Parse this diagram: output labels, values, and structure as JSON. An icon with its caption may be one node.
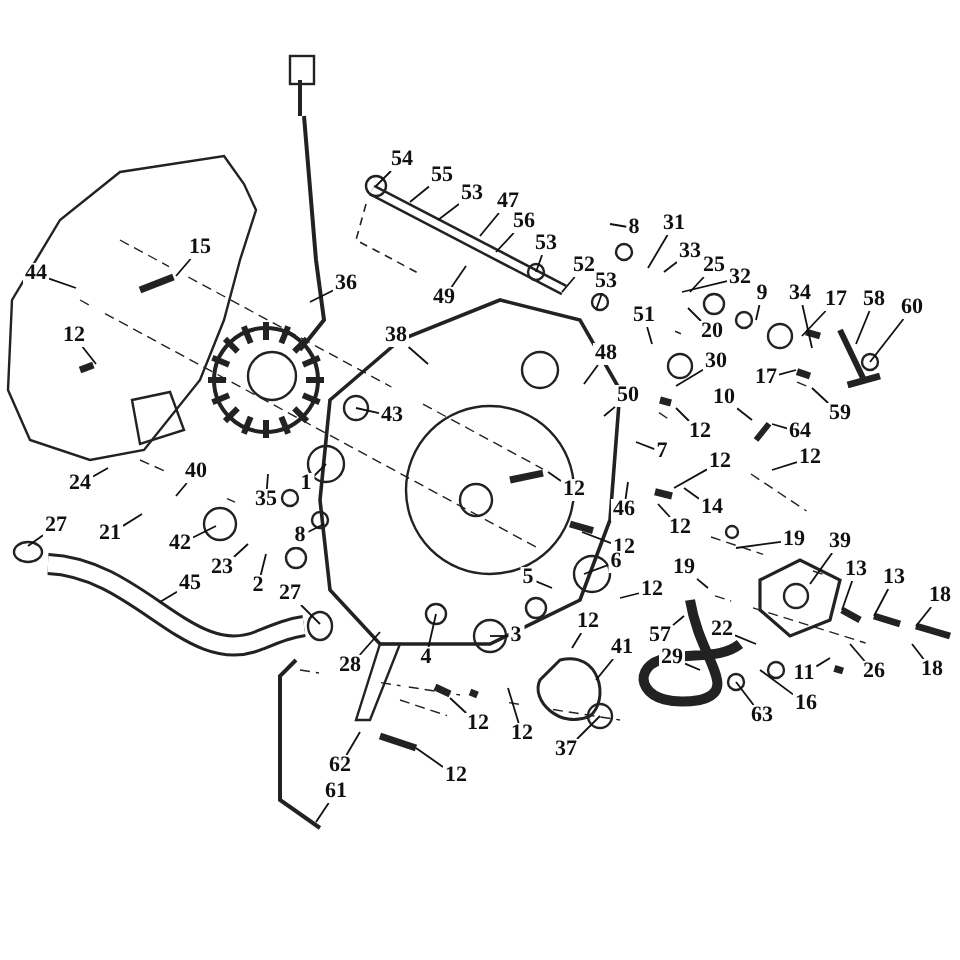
{
  "diagram": {
    "nodes": [
      {
        "text": [
          "54"
        ]
      },
      {
        "text": [
          "55"
        ]
      },
      {
        "text": [
          "53"
        ]
      },
      {
        "text": [
          "47"
        ]
      },
      {
        "text": [
          "56"
        ]
      },
      {
        "text": [
          "53"
        ]
      },
      {
        "text": [
          "8"
        ]
      },
      {
        "text": [
          "31"
        ]
      },
      {
        "text": [
          "52"
        ]
      },
      {
        "text": [
          "53"
        ]
      },
      {
        "text": [
          "33"
        ]
      },
      {
        "text": [
          "25"
        ]
      },
      {
        "text": [
          "32"
        ]
      },
      {
        "text": [
          "9"
        ]
      },
      {
        "text": [
          "34"
        ]
      },
      {
        "text": [
          "17"
        ]
      },
      {
        "text": [
          "58"
        ]
      },
      {
        "text": [
          "60"
        ]
      },
      {
        "text": [
          "15"
        ]
      },
      {
        "text": [
          "44"
        ]
      },
      {
        "text": [
          "36"
        ]
      },
      {
        "text": [
          "49"
        ]
      },
      {
        "text": [
          "51"
        ]
      },
      {
        "text": [
          "20"
        ]
      },
      {
        "text": [
          "38"
        ]
      },
      {
        "text": [
          "30"
        ]
      },
      {
        "text": [
          "48"
        ]
      },
      {
        "text": [
          "12"
        ]
      },
      {
        "text": [
          "17"
        ]
      },
      {
        "text": [
          "50"
        ]
      },
      {
        "text": [
          "10"
        ]
      },
      {
        "text": [
          "59"
        ]
      },
      {
        "text": [
          "43"
        ]
      },
      {
        "text": [
          "12"
        ]
      },
      {
        "text": [
          "64"
        ]
      },
      {
        "text": [
          "7"
        ]
      },
      {
        "text": [
          "12"
        ]
      },
      {
        "text": [
          "12"
        ]
      },
      {
        "text": [
          "1"
        ]
      },
      {
        "text": [
          "24"
        ]
      },
      {
        "text": [
          "40"
        ]
      },
      {
        "text": [
          "12"
        ]
      },
      {
        "text": [
          "14"
        ]
      },
      {
        "text": [
          "46"
        ]
      },
      {
        "text": [
          "35"
        ]
      },
      {
        "text": [
          "27"
        ]
      },
      {
        "text": [
          "21"
        ]
      },
      {
        "text": [
          "12"
        ]
      },
      {
        "text": [
          "8"
        ]
      },
      {
        "text": [
          "19"
        ]
      },
      {
        "text": [
          "42"
        ]
      },
      {
        "text": [
          "39"
        ]
      },
      {
        "text": [
          "12"
        ]
      },
      {
        "text": [
          "23"
        ]
      },
      {
        "text": [
          "6"
        ]
      },
      {
        "text": [
          "19"
        ]
      },
      {
        "text": [
          "13"
        ]
      },
      {
        "text": [
          "2"
        ]
      },
      {
        "text": [
          "13"
        ]
      },
      {
        "text": [
          "5"
        ]
      },
      {
        "text": [
          "45"
        ]
      },
      {
        "text": [
          "12"
        ]
      },
      {
        "text": [
          "18"
        ]
      },
      {
        "text": [
          "27"
        ]
      },
      {
        "text": [
          "12"
        ]
      },
      {
        "text": [
          "57"
        ]
      },
      {
        "text": [
          "22"
        ]
      },
      {
        "text": [
          "3"
        ]
      },
      {
        "text": [
          "41"
        ]
      },
      {
        "text": [
          "29"
        ]
      },
      {
        "text": [
          "4"
        ]
      },
      {
        "text": [
          "28"
        ]
      },
      {
        "text": [
          "11"
        ]
      },
      {
        "text": [
          "26"
        ]
      },
      {
        "text": [
          "18"
        ]
      },
      {
        "text": [
          "16"
        ]
      },
      {
        "text": [
          "63"
        ]
      },
      {
        "text": [
          "12"
        ]
      },
      {
        "text": [
          "12"
        ]
      },
      {
        "text": [
          "37"
        ]
      },
      {
        "text": [
          "62"
        ]
      },
      {
        "text": [
          "12"
        ]
      },
      {
        "text": [
          "61"
        ]
      }
    ],
    "edges": [
      {
        "from": 0,
        "to": null,
        "arrow": "none"
      },
      {
        "from": 1,
        "to": null,
        "arrow": "none"
      },
      {
        "from": 2,
        "to": null,
        "arrow": "none"
      },
      {
        "from": 3,
        "to": null,
        "arrow": "none"
      },
      {
        "from": 4,
        "to": null,
        "arrow": "none"
      },
      {
        "from": 5,
        "to": null,
        "arrow": "none"
      },
      {
        "from": 6,
        "to": null,
        "arrow": "none"
      },
      {
        "from": 7,
        "to": null,
        "arrow": "none"
      },
      {
        "from": 8,
        "to": null,
        "arrow": "none"
      },
      {
        "from": 9,
        "to": null,
        "arrow": "none"
      },
      {
        "from": 10,
        "to": null,
        "arrow": "none"
      },
      {
        "from": 11,
        "to": null,
        "arrow": "none"
      },
      {
        "from": 12,
        "to": null,
        "arrow": "none"
      },
      {
        "from": 13,
        "to": null,
        "arrow": "none"
      },
      {
        "from": 14,
        "to": null,
        "arrow": "none"
      },
      {
        "from": 15,
        "to": null,
        "arrow": "none"
      },
      {
        "from": 16,
        "to": null,
        "arrow": "none"
      },
      {
        "from": 17,
        "to": null,
        "arrow": "none"
      },
      {
        "from": 18,
        "to": null,
        "arrow": "none"
      },
      {
        "from": 19,
        "to": null,
        "arrow": "none"
      },
      {
        "from": 20,
        "to": null,
        "arrow": "none"
      },
      {
        "from": 21,
        "to": null,
        "arrow": "none"
      },
      {
        "from": 22,
        "to": null,
        "arrow": "none"
      },
      {
        "from": 23,
        "to": null,
        "arrow": "none"
      },
      {
        "from": 24,
        "to": null,
        "arrow": "none"
      },
      {
        "from": 25,
        "to": null,
        "arrow": "none"
      },
      {
        "from": 26,
        "to": null,
        "arrow": "none"
      },
      {
        "from": 27,
        "to": null,
        "arrow": "none"
      },
      {
        "from": 28,
        "to": null,
        "arrow": "none"
      },
      {
        "from": 29,
        "to": null,
        "arrow": "none"
      },
      {
        "from": 30,
        "to": null,
        "arrow": "none"
      },
      {
        "from": 31,
        "to": null,
        "arrow": "none"
      },
      {
        "from": 32,
        "to": null,
        "arrow": "none"
      },
      {
        "from": 33,
        "to": null,
        "arrow": "none"
      },
      {
        "from": 34,
        "to": null,
        "arrow": "none"
      },
      {
        "from": 35,
        "to": null,
        "arrow": "none"
      },
      {
        "from": 36,
        "to": null,
        "arrow": "none"
      },
      {
        "from": 37,
        "to": null,
        "arrow": "none"
      },
      {
        "from": 38,
        "to": null,
        "arrow": "none"
      },
      {
        "from": 39,
        "to": null,
        "arrow": "none"
      },
      {
        "from": 40,
        "to": null,
        "arrow": "none"
      },
      {
        "from": 41,
        "to": null,
        "arrow": "none"
      },
      {
        "from": 42,
        "to": null,
        "arrow": "none"
      },
      {
        "from": 43,
        "to": null,
        "arrow": "none"
      },
      {
        "from": 44,
        "to": null,
        "arrow": "none"
      },
      {
        "from": 45,
        "to": null,
        "arrow": "none"
      },
      {
        "from": 46,
        "to": null,
        "arrow": "none"
      },
      {
        "from": 47,
        "to": null,
        "arrow": "none"
      },
      {
        "from": 48,
        "to": null,
        "arrow": "none"
      },
      {
        "from": 49,
        "to": null,
        "arrow": "none"
      },
      {
        "from": 50,
        "to": null,
        "arrow": "none"
      },
      {
        "from": 51,
        "to": null,
        "arrow": "none"
      },
      {
        "from": 52,
        "to": null,
        "arrow": "none"
      },
      {
        "from": 53,
        "to": null,
        "arrow": "none"
      },
      {
        "from": 54,
        "to": null,
        "arrow": "none"
      },
      {
        "from": 55,
        "to": null,
        "arrow": "none"
      },
      {
        "from": 56,
        "to": null,
        "arrow": "none"
      },
      {
        "from": 57,
        "to": null,
        "arrow": "none"
      },
      {
        "from": 58,
        "to": null,
        "arrow": "none"
      },
      {
        "from": 59,
        "to": null,
        "arrow": "none"
      },
      {
        "from": 60,
        "to": null,
        "arrow": "none"
      },
      {
        "from": 61,
        "to": null,
        "arrow": "none"
      },
      {
        "from": 62,
        "to": null,
        "arrow": "none"
      },
      {
        "from": 63,
        "to": null,
        "arrow": "none"
      },
      {
        "from": 64,
        "to": null,
        "arrow": "none"
      },
      {
        "from": 65,
        "to": null,
        "arrow": "none"
      },
      {
        "from": 66,
        "to": null,
        "arrow": "none"
      },
      {
        "from": 67,
        "to": null,
        "arrow": "none"
      },
      {
        "from": 68,
        "to": null,
        "arrow": "none"
      },
      {
        "from": 69,
        "to": null,
        "arrow": "none"
      },
      {
        "from": 70,
        "to": null,
        "arrow": "none"
      },
      {
        "from": 71,
        "to": null,
        "arrow": "none"
      },
      {
        "from": 72,
        "to": null,
        "arrow": "none"
      },
      {
        "from": 73,
        "to": null,
        "arrow": "none"
      },
      {
        "from": 74,
        "to": null,
        "arrow": "none"
      },
      {
        "from": 75,
        "to": null,
        "arrow": "none"
      },
      {
        "from": 76,
        "to": null,
        "arrow": "none"
      },
      {
        "from": 77,
        "to": null,
        "arrow": "none"
      },
      {
        "from": 78,
        "to": null,
        "arrow": "none"
      },
      {
        "from": 79,
        "to": null,
        "arrow": "none"
      },
      {
        "from": 80,
        "to": null,
        "arrow": "none"
      },
      {
        "from": 81,
        "to": null,
        "arrow": "none"
      },
      {
        "from": 82,
        "to": null,
        "arrow": "none"
      }
    ]
  }
}
